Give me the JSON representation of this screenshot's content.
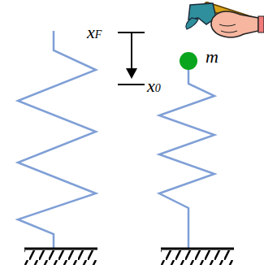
{
  "diagram": {
    "labels": [
      "xF",
      "x0",
      "m"
    ]
  }
}
